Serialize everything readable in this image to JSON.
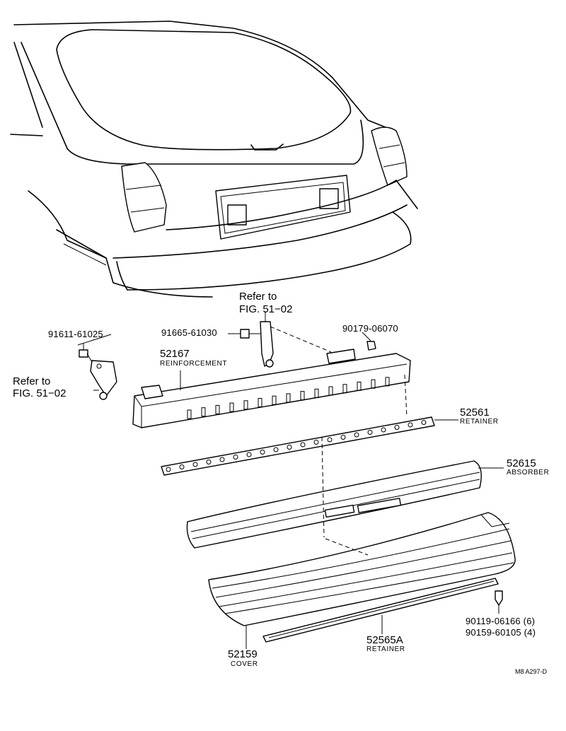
{
  "labels": {
    "refer_top_line1": "Refer to",
    "refer_top_line2": "FIG. 51−02",
    "refer_left_line1": "Refer to",
    "refer_left_line2": "FIG. 51−02",
    "p91611": "91611-61025",
    "p91665": "91665-61030",
    "p90179": "90179-06070",
    "p52167": "52167",
    "p52167_name": "REINFORCEMENT",
    "p52561": "52561",
    "p52561_name": "RETAINER",
    "p52615": "52615",
    "p52615_name": "ABSORBER",
    "p90119": "90119-06166 (6)",
    "p90159": "90159-60105 (4)",
    "p52565A": "52565A",
    "p52565A_name": "RETAINER",
    "p52159": "52159",
    "p52159_name": "COVER",
    "code": "M8  A297-D"
  }
}
